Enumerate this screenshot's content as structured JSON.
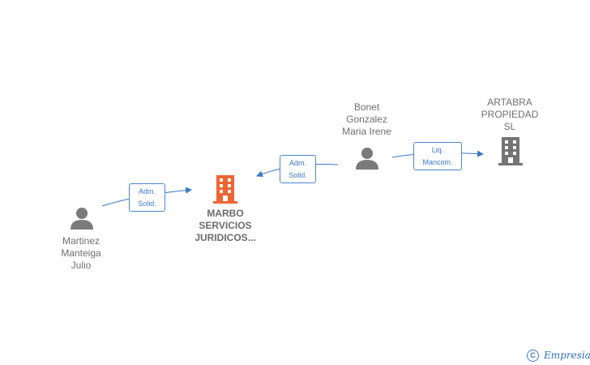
{
  "colors": {
    "person": "#7a7a7a",
    "company_main": "#ef6433",
    "company": "#747474",
    "edge": "#3a78c9"
  },
  "nodes": [
    {
      "id": "martinez",
      "type": "person-icon",
      "label": "Martinez\nManteiga\nJulio"
    },
    {
      "id": "bonet",
      "type": "person-icon",
      "label": "Bonet\nGonzalez\nMaria Irene"
    },
    {
      "id": "marbo",
      "type": "building-icon",
      "label": "MARBO\nSERVICIOS\nJURIDICOS..."
    },
    {
      "id": "artabra",
      "type": "building-icon",
      "label": "ARTABRA\nPROPIEDAD\nSL"
    }
  ],
  "edges": [
    {
      "from": "martinez",
      "to": "marbo",
      "label": "Adm.\nSolid."
    },
    {
      "from": "bonet",
      "to": "marbo",
      "label": "Adm.\nSolid."
    },
    {
      "from": "bonet",
      "to": "artabra",
      "label": "Liq.\nMancom."
    }
  ],
  "footer": {
    "copyright_symbol": "C",
    "brand": "Empresia"
  }
}
